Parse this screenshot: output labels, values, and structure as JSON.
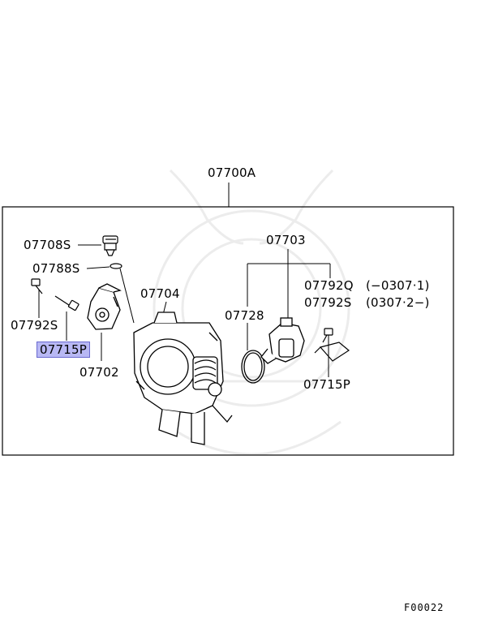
{
  "diagram": {
    "labels": {
      "assembly": "07700A",
      "p07708S": "07708S",
      "p07788S": "07788S",
      "p07792S_left": "07792S",
      "p07715P_left": "07715P",
      "p07702": "07702",
      "p07704": "07704",
      "p07703": "07703",
      "p07728": "07728",
      "p07792Q": "07792Q",
      "p07792Q_note": "(−0307·1)",
      "p07792S_right": "07792S",
      "p07792S_note": "(0307·2−)",
      "p07715P_right": "07715P"
    },
    "highlighted_part": "07715P",
    "figure_code": "F00022",
    "colors": {
      "highlight": "#b8b8f4",
      "line": "#000000",
      "watermark": "#ececec"
    }
  }
}
